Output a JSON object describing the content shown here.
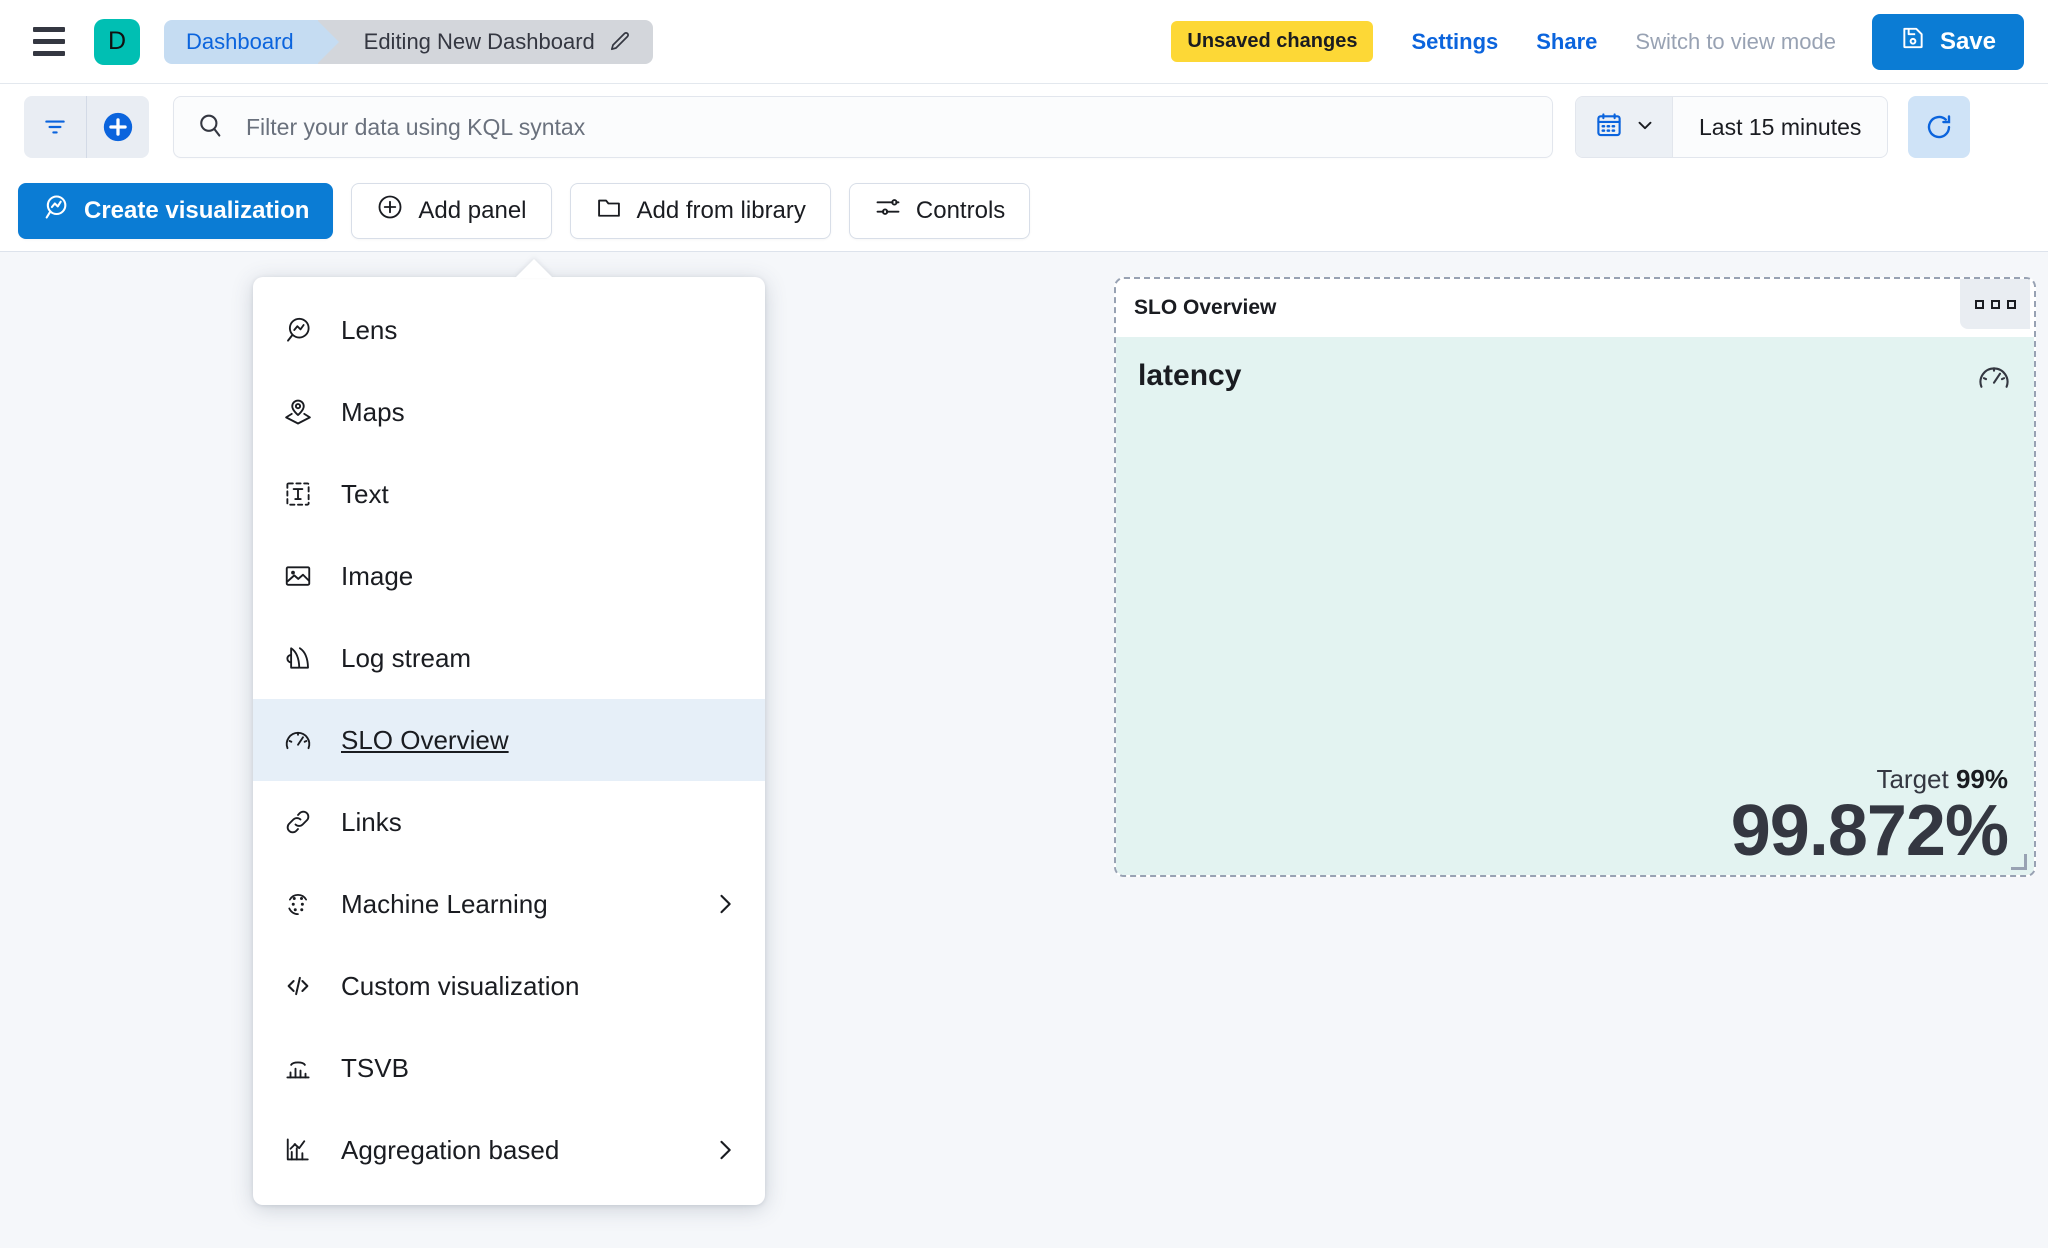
{
  "header": {
    "menu_icon": "hamburger-icon",
    "space_avatar": "D",
    "breadcrumbs": [
      {
        "label": "Dashboard",
        "icon": ""
      },
      {
        "label": "Editing New Dashboard",
        "icon": "pencil-icon"
      }
    ],
    "unsaved_badge": "Unsaved changes",
    "settings_label": "Settings",
    "share_label": "Share",
    "view_mode_label": "Switch to view mode",
    "save_label": "Save",
    "save_icon": "save-disk-icon",
    "accent_color": "#0B7CD4",
    "badge_color": "#FDD836",
    "space_color": "#00BFB3"
  },
  "querybar": {
    "filter_icon": "filter-icon",
    "add_filter_icon": "plus-circle-icon",
    "search_icon": "search-icon",
    "search_value": "",
    "search_placeholder": "Filter your data using KQL syntax",
    "date_icon": "calendar-icon",
    "date_chevron_icon": "chevron-down-icon",
    "time_range": "Last 15 minutes",
    "refresh_icon": "refresh-icon"
  },
  "toolbar": {
    "buttons": [
      {
        "label": "Create visualization",
        "icon": "lens-icon",
        "primary": true
      },
      {
        "label": "Add panel",
        "icon": "plus-circle-icon",
        "primary": false
      },
      {
        "label": "Add from library",
        "icon": "folder-icon",
        "primary": false
      },
      {
        "label": "Controls",
        "icon": "controls-icon",
        "primary": false
      }
    ]
  },
  "add_panel_menu": {
    "items": [
      {
        "label": "Lens",
        "icon": "lens-icon",
        "selected": false,
        "submenu": false
      },
      {
        "label": "Maps",
        "icon": "map-marker-icon",
        "selected": false,
        "submenu": false
      },
      {
        "label": "Text",
        "icon": "text-box-icon",
        "selected": false,
        "submenu": false
      },
      {
        "label": "Image",
        "icon": "image-icon",
        "selected": false,
        "submenu": false
      },
      {
        "label": "Log stream",
        "icon": "log-stream-icon",
        "selected": false,
        "submenu": false
      },
      {
        "label": "SLO Overview",
        "icon": "gauge-icon",
        "selected": true,
        "submenu": false
      },
      {
        "label": "Links",
        "icon": "link-icon",
        "selected": false,
        "submenu": false
      },
      {
        "label": "Machine Learning",
        "icon": "machine-learning-icon",
        "selected": false,
        "submenu": true
      },
      {
        "label": "Custom visualization",
        "icon": "code-icon",
        "selected": false,
        "submenu": false
      },
      {
        "label": "TSVB",
        "icon": "tsvb-icon",
        "selected": false,
        "submenu": false
      },
      {
        "label": "Aggregation based",
        "icon": "aggregation-icon",
        "selected": false,
        "submenu": true
      }
    ]
  },
  "slo_panel": {
    "title": "SLO Overview",
    "context_menu_icon": "three-squares-icon",
    "metric_name": "latency",
    "gauge_icon": "gauge-icon",
    "target_prefix": "Target",
    "target_value": "99%",
    "sli_value": "99.872%",
    "background_color": "#E3F3F1"
  }
}
